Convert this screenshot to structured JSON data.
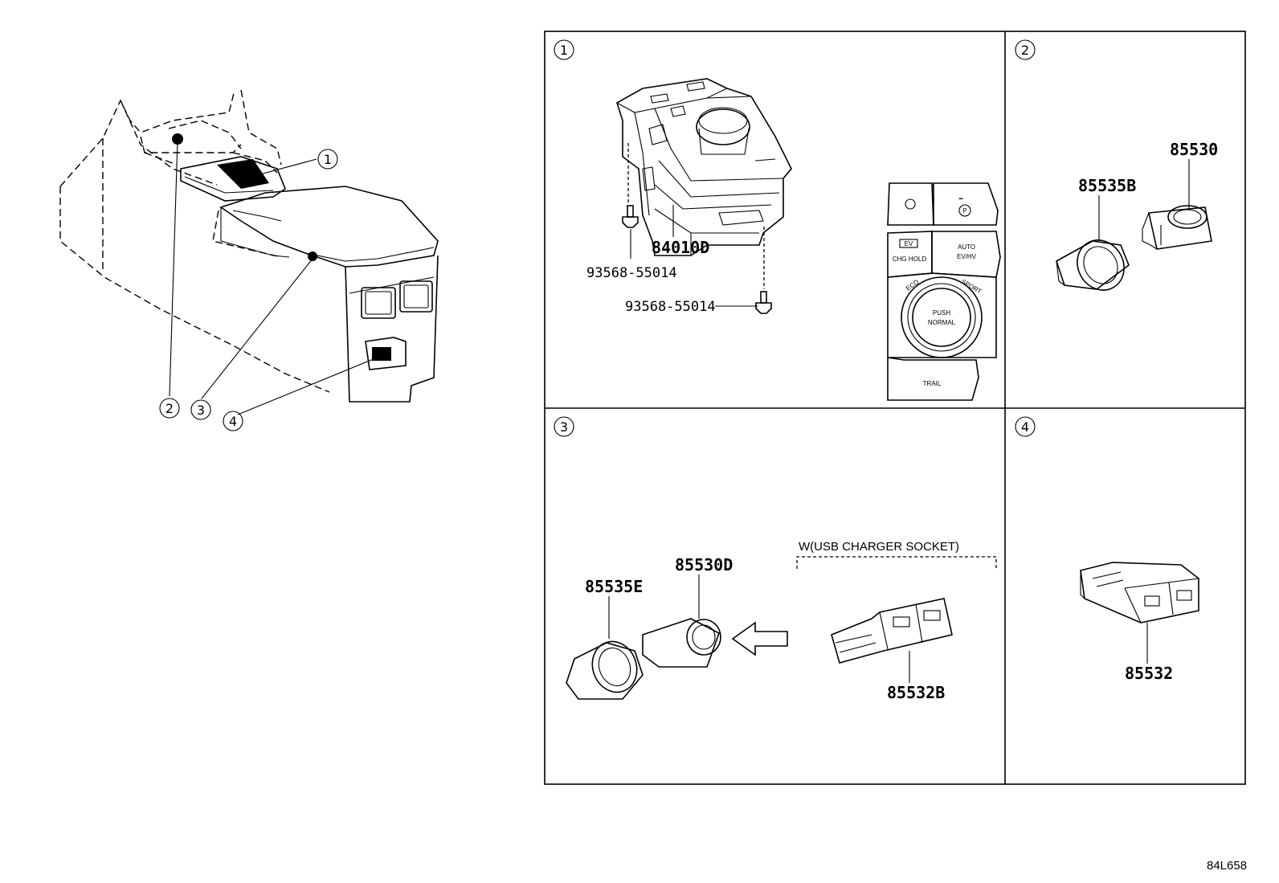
{
  "overview": {
    "callouts": [
      "1",
      "2",
      "3",
      "4"
    ]
  },
  "panels": [
    {
      "number": "1",
      "parts": [
        "84010D",
        "93568-55014",
        "93568-55014"
      ],
      "switch_labels": {
        "ev": "EV",
        "charge": "CHG HOLD",
        "auto": "AUTO",
        "auto_sub": "EV/HV",
        "eco": "ECO",
        "sport": "SPORT",
        "push": "PUSH",
        "normal": "NORMAL",
        "trail": "TRAIL"
      }
    },
    {
      "number": "2",
      "parts": [
        "85530",
        "85535B"
      ]
    },
    {
      "number": "3",
      "parts": [
        "85530D",
        "85535E",
        "85532B"
      ],
      "note": "W(USB CHARGER SOCKET)"
    },
    {
      "number": "4",
      "parts": [
        "85532"
      ]
    }
  ],
  "reference_code": "84L658"
}
